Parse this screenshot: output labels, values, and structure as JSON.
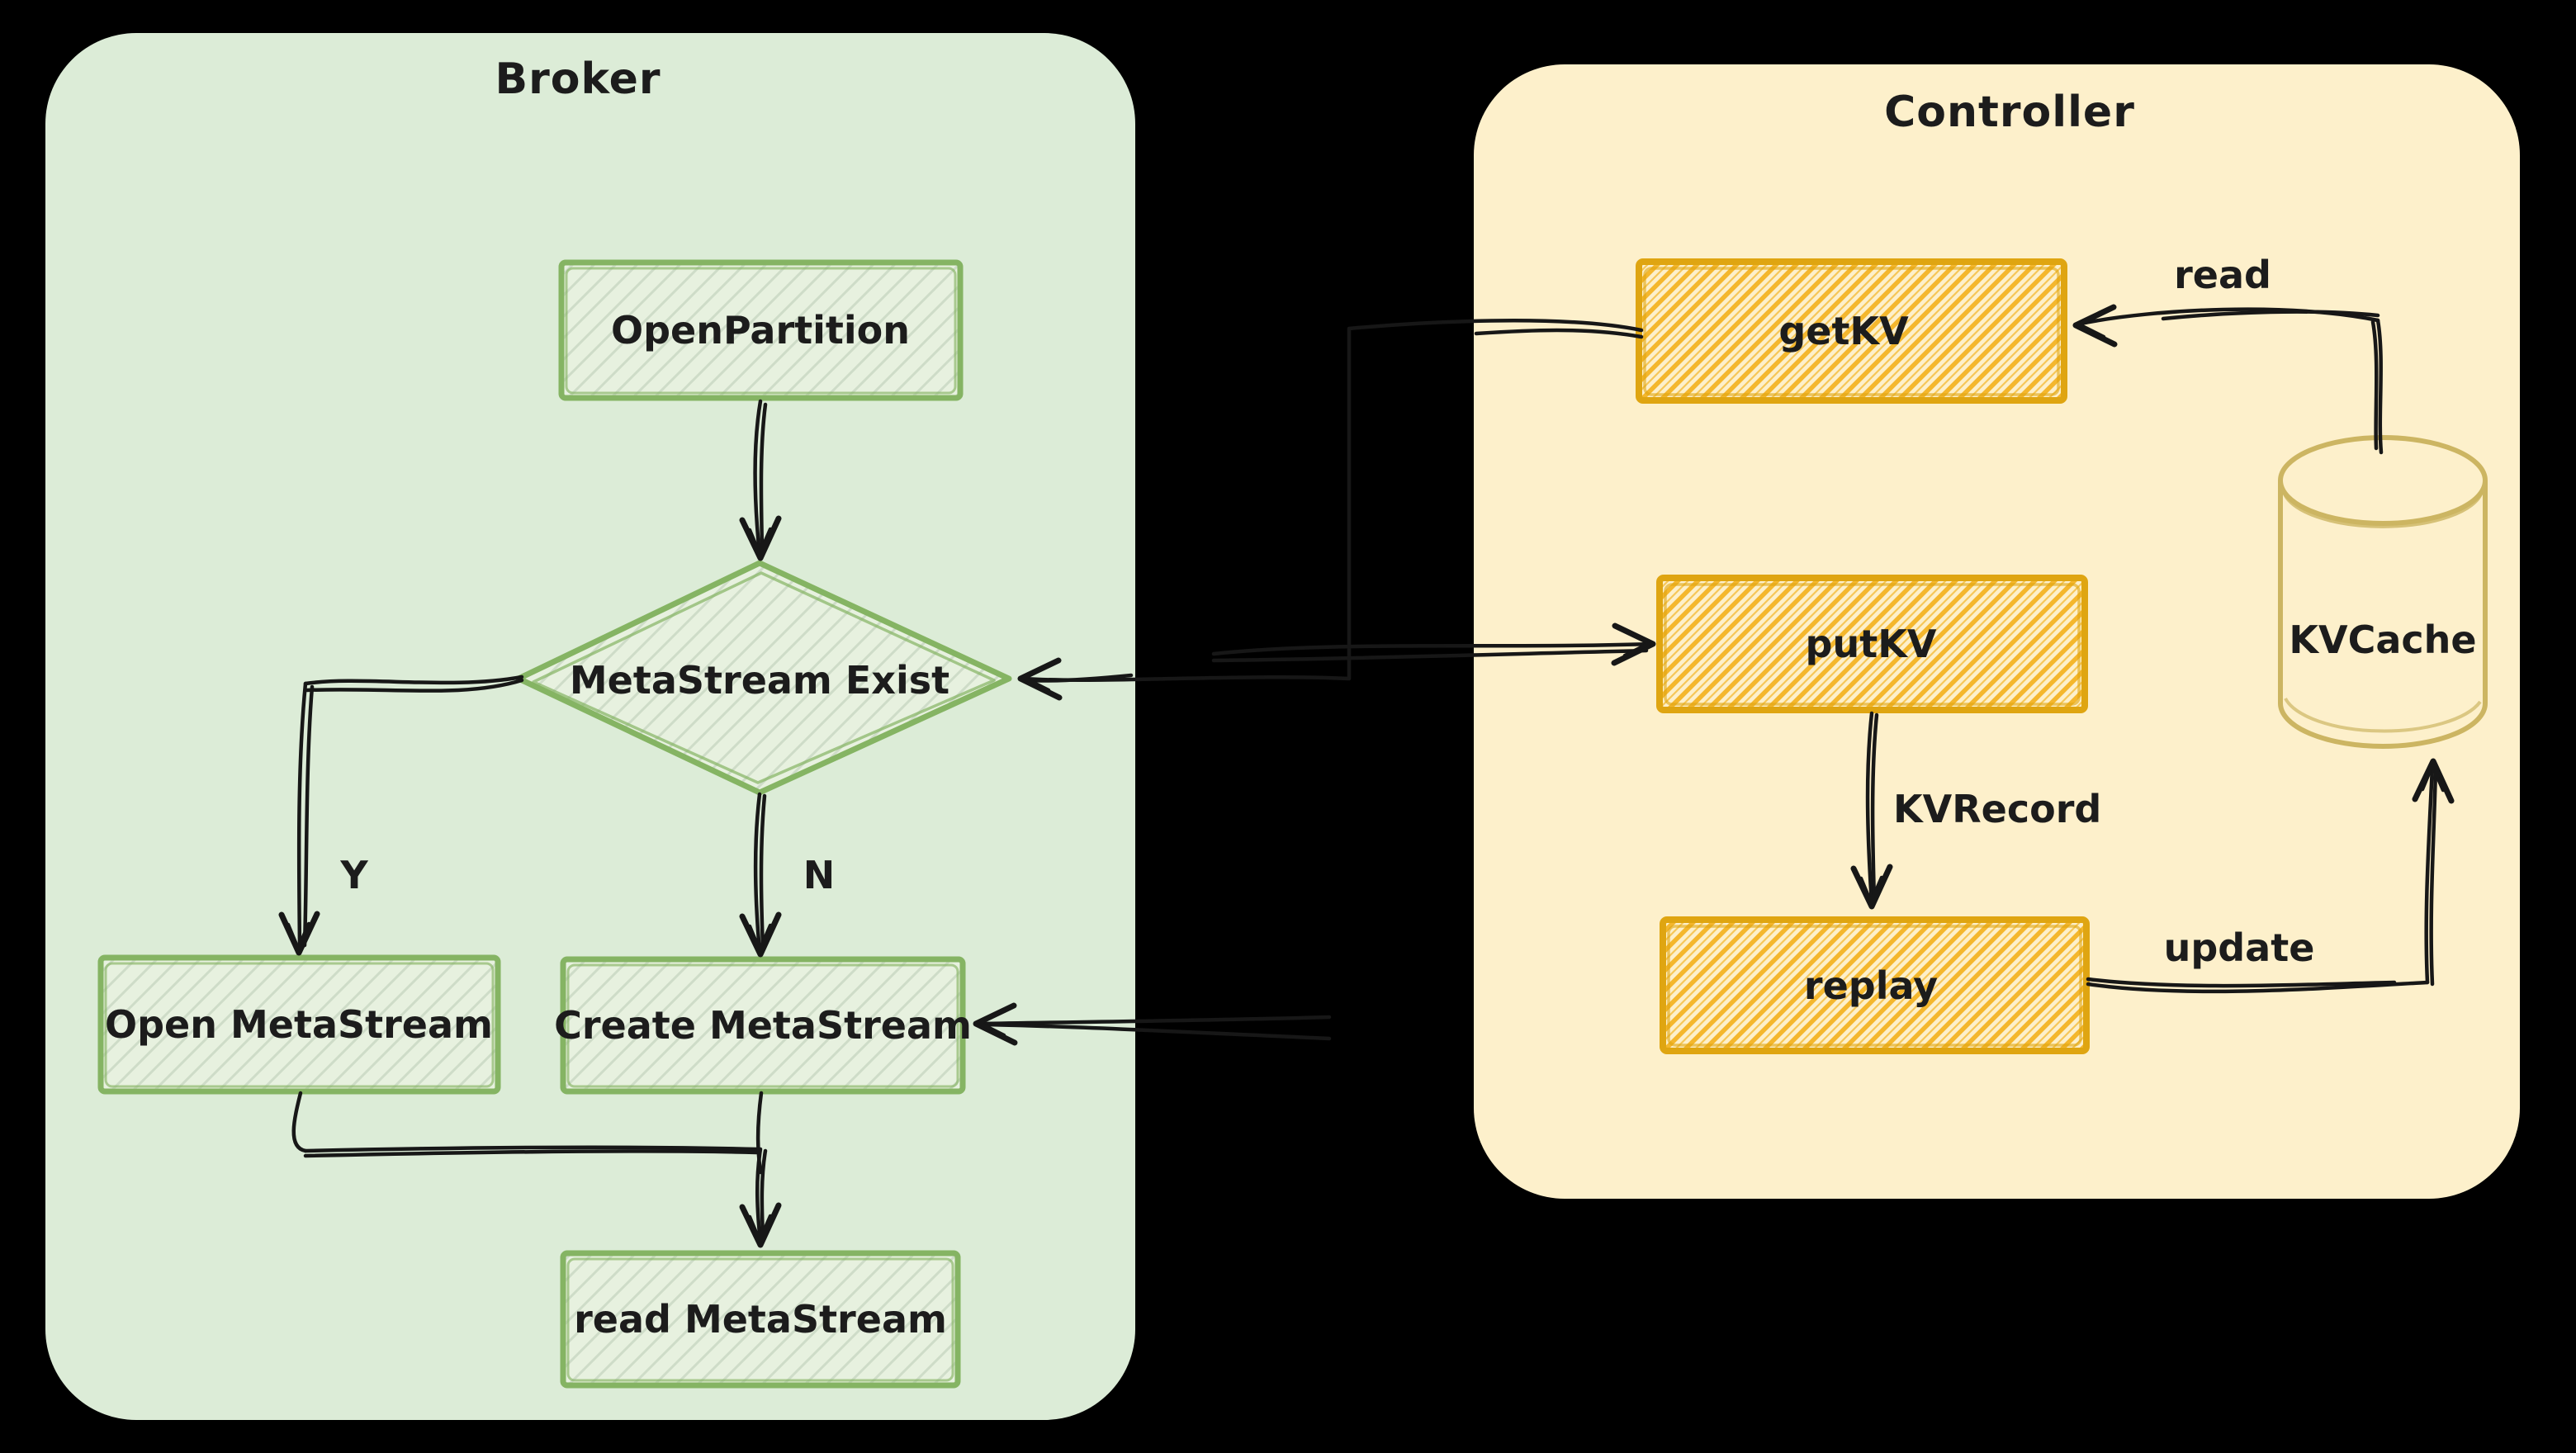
{
  "canvas": {
    "background_color": "#000000",
    "text_color": "#1c1c1c"
  },
  "broker": {
    "title": "Broker",
    "accent_color": "#85b463",
    "fill_color": "#dcecd7",
    "node_fill_color": "#e7f1df",
    "nodes": {
      "open_partition": {
        "label": "OpenPartition",
        "shape": "rectangle"
      },
      "metastream_exist": {
        "label": "MetaStream Exist",
        "shape": "diamond"
      },
      "open_metastream": {
        "label": "Open MetaStream",
        "shape": "rectangle"
      },
      "create_metastream": {
        "label": "Create MetaStream",
        "shape": "rectangle"
      },
      "read_metastream": {
        "label": "read MetaStream",
        "shape": "rectangle"
      }
    },
    "edge_labels": {
      "yes": "Y",
      "no": "N"
    }
  },
  "controller": {
    "title": "Controller",
    "accent_color": "#dfa511",
    "fill_color": "#fdf0cb",
    "cylinder_stroke_color": "#ccb562",
    "nodes": {
      "get_kv": {
        "label": "getKV",
        "shape": "rectangle"
      },
      "put_kv": {
        "label": "putKV",
        "shape": "rectangle"
      },
      "replay": {
        "label": "replay",
        "shape": "rectangle"
      },
      "kv_cache": {
        "label": "KVCache",
        "shape": "cylinder"
      }
    },
    "edge_labels": {
      "read": "read",
      "kv_record": "KVRecord",
      "update": "update"
    }
  }
}
